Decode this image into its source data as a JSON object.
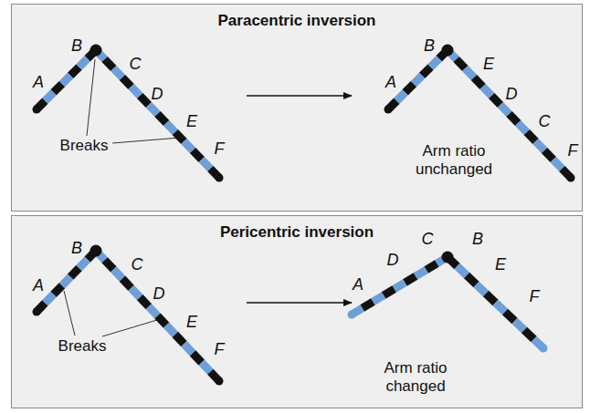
{
  "diagram": {
    "nodes": [
      {
        "text": [
          "Paracentric inversion"
        ]
      },
      {
        "text": [
          "Pericentric inversion"
        ]
      }
    ],
    "labels": [
      "A",
      "B",
      "C",
      "D",
      "E",
      "F",
      "Breaks",
      "A",
      "B",
      "E",
      "D",
      "C",
      "F",
      "Arm ratio unchanged",
      "A",
      "B",
      "C",
      "D",
      "E",
      "F",
      "Breaks",
      "C",
      "B",
      "D",
      "E",
      "A",
      "F",
      "Arm ratio changed"
    ]
  }
}
